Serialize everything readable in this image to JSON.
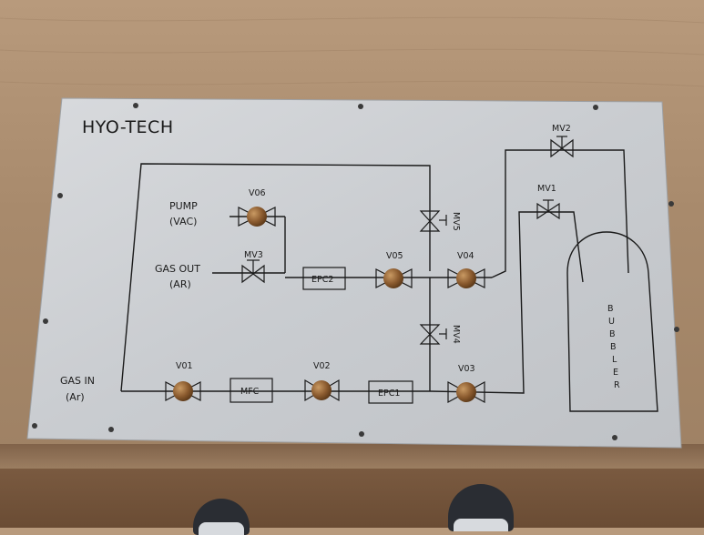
{
  "panel": {
    "brand": "HYO-TECH",
    "labels": {
      "pump_line1": "PUMP",
      "pump_line2": "(VAC)",
      "gas_out_line1": "GAS OUT",
      "gas_out_line2": "(AR)",
      "gas_in_line1": "GAS IN",
      "gas_in_line2": "(Ar)",
      "bubbler": [
        "B",
        "U",
        "B",
        "B",
        "L",
        "E",
        "R"
      ]
    },
    "valves": {
      "v01": "V01",
      "v02": "V02",
      "v03": "V03",
      "v04": "V04",
      "v05": "V05",
      "v06": "V06",
      "mv1": "MV1",
      "mv2": "MV2",
      "mv3": "MV3",
      "mv4": "MV4",
      "mv5": "MV5"
    },
    "boxes": {
      "mfc": "MFC",
      "epc1": "EPC1",
      "epc2": "EPC2"
    }
  }
}
